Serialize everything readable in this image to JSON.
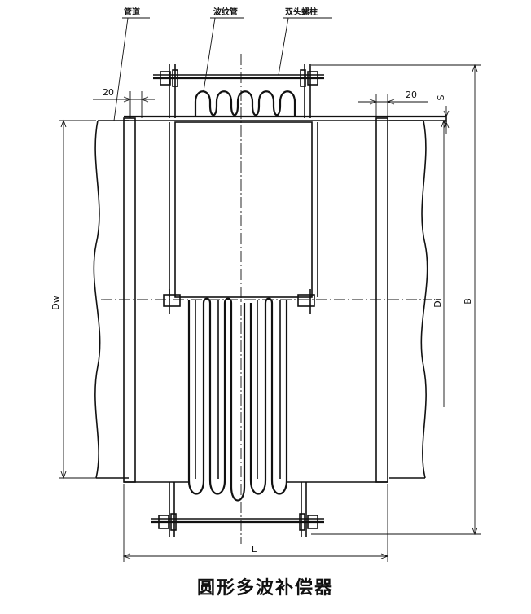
{
  "labels": {
    "pipe": "管道",
    "bellows": "波纹管",
    "stud": "双头螺柱"
  },
  "dimensions": {
    "gap_left": "20",
    "gap_right": "20",
    "thickness": "S",
    "outer_dim": "Dw",
    "inner_dim": "Di",
    "height": "B",
    "length": "L"
  },
  "caption": "圆形多波补偿器"
}
